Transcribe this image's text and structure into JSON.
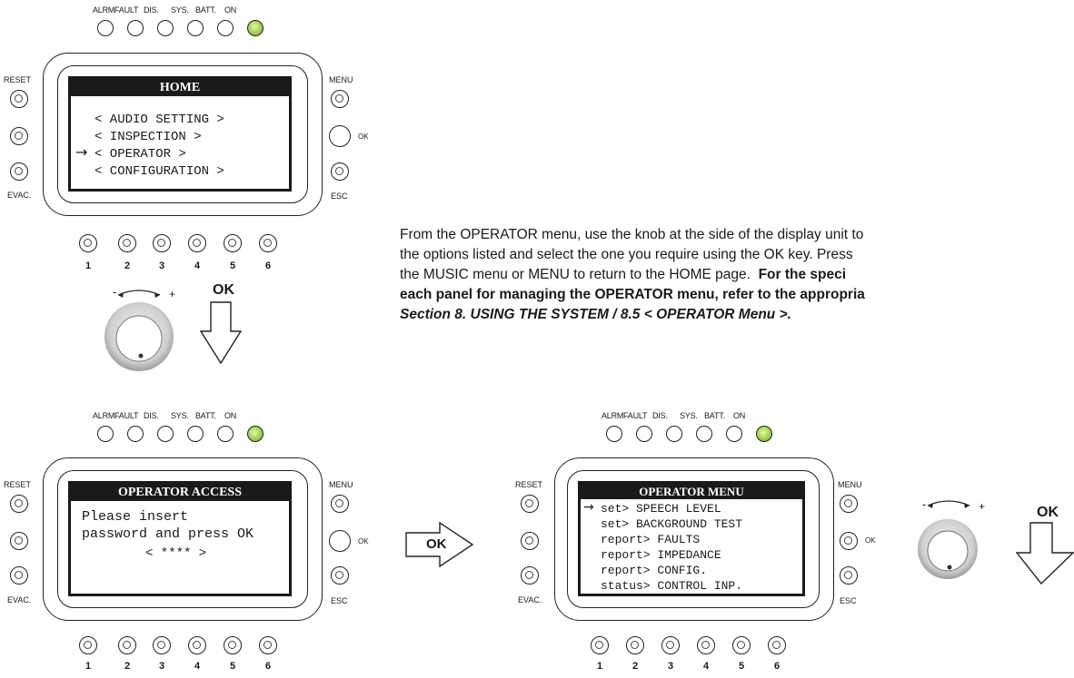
{
  "leds": {
    "labels": [
      "ALRM",
      "FAULT",
      "DIS.",
      "SYS.",
      "BATT.",
      "ON"
    ],
    "on_color": "#8cc63f"
  },
  "side_labels": {
    "reset": "RESET",
    "evac": "EVAC.",
    "menu": "MENU",
    "ok": "OK",
    "esc": "ESC"
  },
  "zone_buttons": [
    "1",
    "2",
    "3",
    "4",
    "5",
    "6"
  ],
  "knob": {
    "minus": "-",
    "plus": "+"
  },
  "ok_arrow_label": "OK",
  "screens": {
    "home": {
      "title": "HOME",
      "lines": [
        "< AUDIO SETTING >",
        "< INSPECTION >",
        "< OPERATOR >",
        "< CONFIGURATION >"
      ],
      "selected_index": 2
    },
    "operator_access": {
      "title": "OPERATOR ACCESS",
      "lines": [
        "Please insert",
        "password and press OK",
        "< **** >"
      ]
    },
    "operator_menu": {
      "title": "OPERATOR MENU",
      "lines": [
        "set> SPEECH LEVEL",
        "set> BACKGROUND TEST",
        "report> FAULTS",
        "report> IMPEDANCE",
        "report> CONFIG.",
        "status> CONTROL INP."
      ],
      "selected_index": 0
    }
  },
  "description": {
    "line1": "From the OPERATOR menu, use the knob at the side of the display unit to",
    "line2": "the options listed and select the one you require using the OK key. Press",
    "line3_normal": "the MUSIC menu or MENU to return to the HOME page.",
    "line3_bold": "For the speci",
    "line4": "each panel for managing the OPERATOR menu, refer to the appropria",
    "line5": "Section 8. USING THE SYSTEM / 8.5 < OPERATOR Menu >."
  }
}
